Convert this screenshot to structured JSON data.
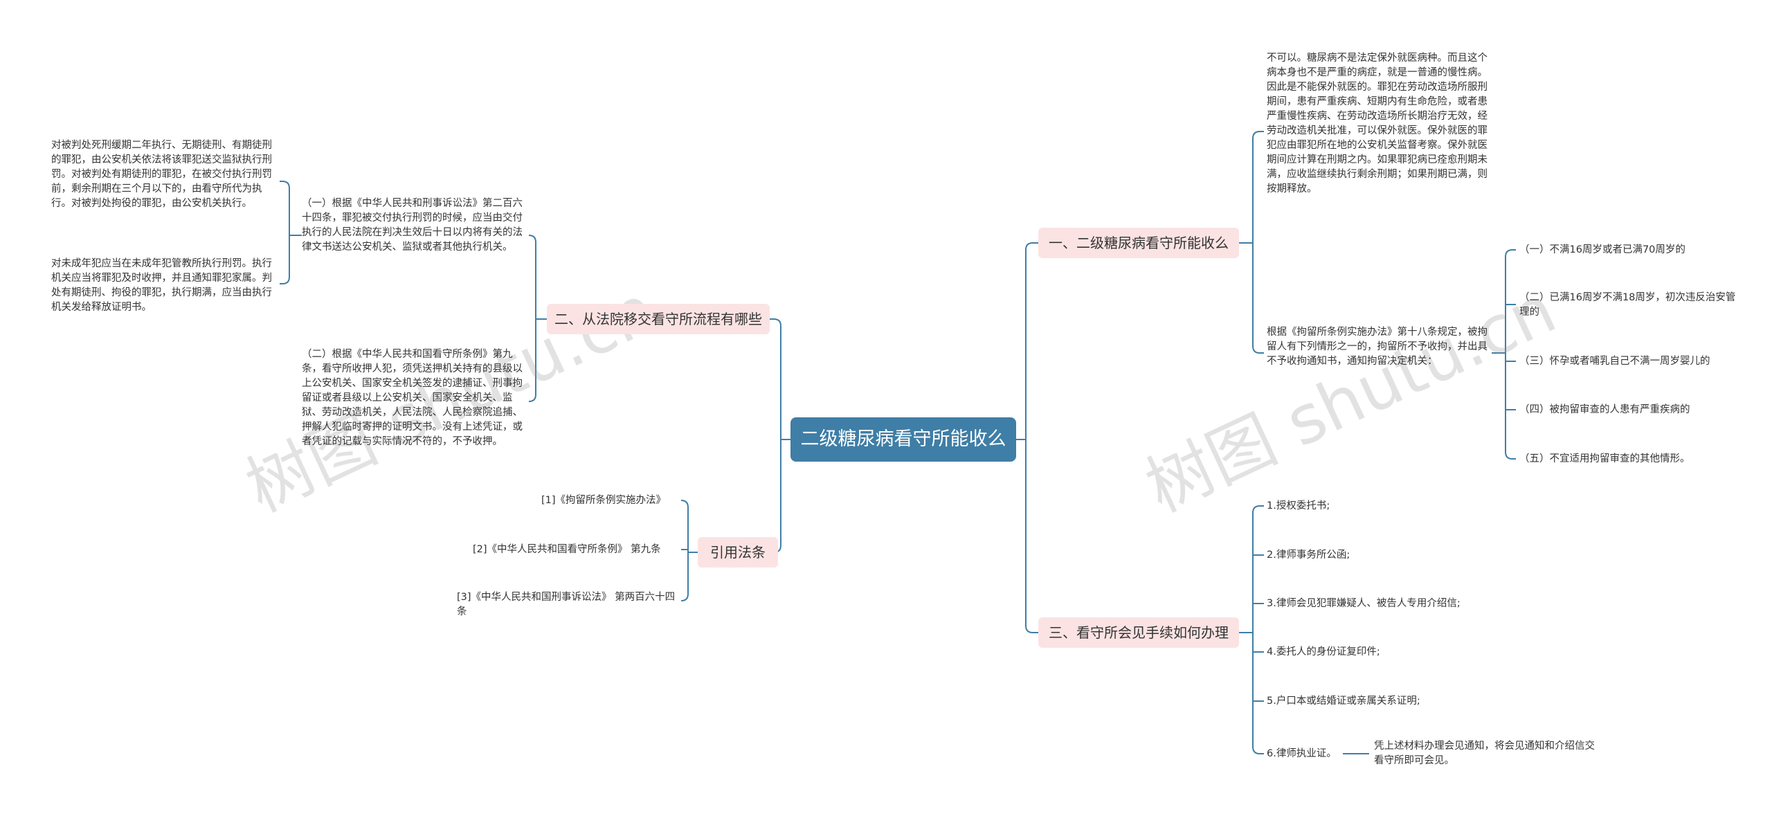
{
  "colors": {
    "line": "#3f7ea6",
    "root_bg": "#3f7ea6",
    "branch_bg": "#fbe3e3"
  },
  "watermark": "树图 shutu.cn",
  "root": "二级糖尿病看守所能收么",
  "right": {
    "b1": {
      "label": "一、二级糖尿病看守所能收么",
      "t1": "不可以。糖尿病不是法定保外就医病种。而且这个病本身也不是严重的病症，就是一普通的慢性病。因此是不能保外就医的。罪犯在劳动改造场所服刑期间，患有严重疾病、短期内有生命危险，或者患严重慢性疾病、在劳动改造场所长期治疗无效，经劳动改造机关批准，可以保外就医。保外就医的罪犯应由罪犯所在地的公安机关监督考察。保外就医期间应计算在刑期之内。如果罪犯病已痊愈刑期未满，应收监继续执行剩余刑期；如果刑期已满，则按期释放。",
      "t2": "根据《拘留所条例实施办法》第十八条规定，被拘留人有下列情形之一的，拘留所不予收拘，并出具不予收拘通知书，通知拘留决定机关：",
      "items": [
        "（一）不满16周岁或者已满70周岁的",
        "（二）已满16周岁不满18周岁，初次违反治安管理的",
        "（三）怀孕或者哺乳自己不满一周岁婴儿的",
        "（四）被拘留审查的人患有严重疾病的",
        "（五）不宜适用拘留审查的其他情形。"
      ]
    },
    "b3": {
      "label": "三、看守所会见手续如何办理",
      "items": [
        "1.授权委托书;",
        "2.律师事务所公函;",
        "3.律师会见犯罪嫌疑人、被告人专用介绍信;",
        "4.委托人的身份证复印件;",
        "5.户口本或结婚证或亲属关系证明;",
        "6.律师执业证。"
      ],
      "note": "凭上述材料办理会见通知，将会见通知和介绍信交看守所即可会见。"
    }
  },
  "left": {
    "b2": {
      "label": "二、从法院移交看守所流程有哪些",
      "sub1": "（一）根据《中华人民共和刑事诉讼法》第二百六十四条，罪犯被交付执行刑罚的时候，应当由交付执行的人民法院在判决生效后十日以内将有关的法律文书送达公安机关、监狱或者其他执行机关。",
      "sub1_items": [
        "对被判处死刑缓期二年执行、无期徒刑、有期徒刑的罪犯，由公安机关依法将该罪犯送交监狱执行刑罚。对被判处有期徒刑的罪犯，在被交付执行刑罚前，剩余刑期在三个月以下的，由看守所代为执行。对被判处拘役的罪犯，由公安机关执行。",
        "对未成年犯应当在未成年犯管教所执行刑罚。执行机关应当将罪犯及时收押，并且通知罪犯家属。判处有期徒刑、拘役的罪犯，执行期满，应当由执行机关发给释放证明书。"
      ],
      "sub2": "（二）根据《中华人民共和国看守所条例》第九条，看守所收押人犯，须凭送押机关持有的县级以上公安机关、国家安全机关签发的逮捕证、刑事拘留证或者县级以上公安机关、国家安全机关、监狱、劳动改造机关，人民法院、人民检察院追捕、押解人犯临时寄押的证明文书。没有上述凭证，或者凭证的记载与实际情况不符的，不予收押。"
    },
    "b4": {
      "label": "引用法条",
      "items": [
        "[1]《拘留所条例实施办法》",
        "[2]《中华人民共和国看守所条例》 第九条",
        "[3]《中华人民共和国刑事诉讼法》 第两百六十四条"
      ]
    }
  }
}
